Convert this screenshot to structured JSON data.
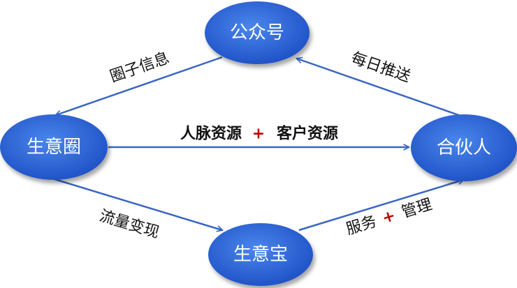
{
  "colors": {
    "node_fill_light": "#3f78e0",
    "node_fill_dark": "#1f52c9",
    "edge": "#3a66c4",
    "plus": "#c00000"
  },
  "nodes": {
    "gongzhonghao": "公众号",
    "shengyiquan": "生意圈",
    "huoban": "合伙人",
    "shengyibao": "生意宝"
  },
  "edges": {
    "quanzi_xinxi": "圈子信息",
    "meiri_tuisong": "每日推送",
    "renmai_ziyuan": "人脉资源",
    "kehu_ziyuan": "客户资源",
    "liuliang_bianxian": "流量变现",
    "fuwu": "服务",
    "guanli": "管理",
    "plus": "+"
  }
}
